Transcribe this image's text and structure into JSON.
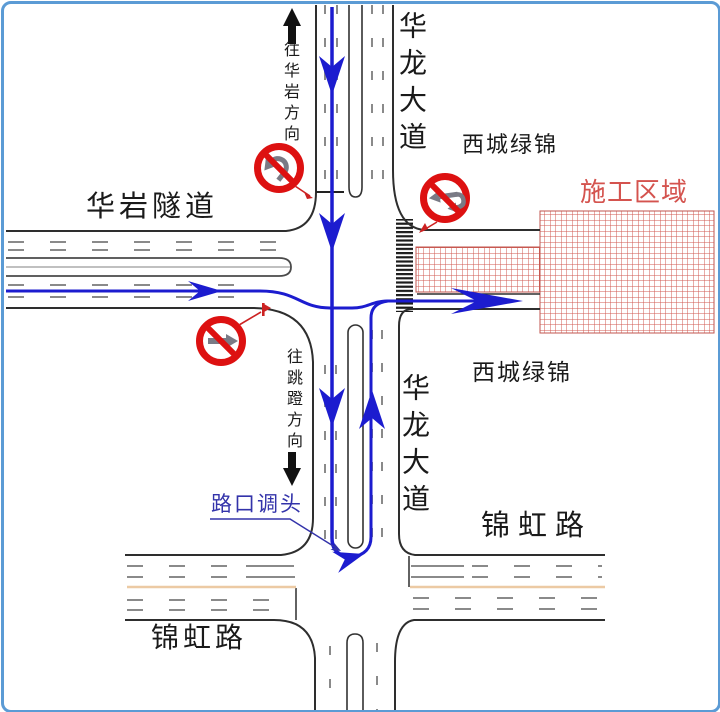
{
  "diagram": {
    "labels": {
      "top_direction": "往华岩方向",
      "road_north": "华龙大道",
      "area_top": "西城绿锦",
      "construction_zone": "施工区域",
      "road_west": "华岩隧道",
      "bottom_direction": "往跳蹬方向",
      "road_south": "华龙大道",
      "area_mid": "西城绿锦",
      "uturn_note": "路口调头",
      "road_east": "锦虹路",
      "road_southwest": "锦虹路"
    },
    "signs": [
      {
        "name": "no-u-turn-sign"
      },
      {
        "name": "no-left-turn-or-u-turn-sign"
      },
      {
        "name": "no-straight-ahead-sign"
      }
    ],
    "colors": {
      "flow_blue": "#1c1ccf",
      "construction_red": "#d4534e",
      "hatch_red": "#d05a52",
      "sign_red": "#dd1111",
      "border_blue": "#5b9bd5",
      "center_line_tan": "#eccaa4",
      "road_edge": "#2e2e2e",
      "lane_dash": "#8a8a8a"
    }
  }
}
